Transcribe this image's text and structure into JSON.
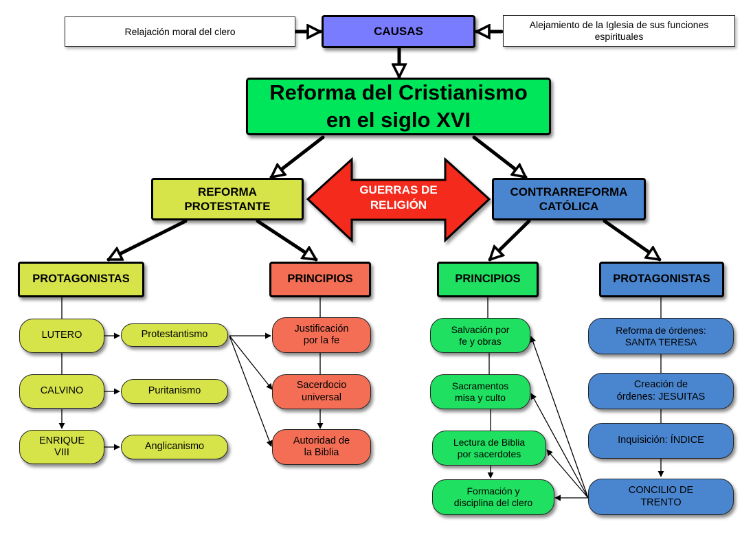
{
  "causes": {
    "title": "CAUSAS",
    "left": "Relajación moral del clero",
    "right": "Alejamiento de la Iglesia de sus funciones espirituales"
  },
  "main_title": "Reforma del Cristianismo\nen el siglo XVI",
  "wars": "GUERRAS DE\nRELIGIÓN",
  "protestant": {
    "title": "REFORMA\nPROTESTANTE",
    "protagonists_title": "PROTAGONISTAS",
    "principles_title": "PRINCIPIOS",
    "protagonists": [
      "LUTERO",
      "CALVINO",
      "ENRIQUE\nVIII"
    ],
    "doctrines": [
      "Protestantismo",
      "Puritanismo",
      "Anglicanismo"
    ],
    "principles": [
      "Justificación\npor la fe",
      "Sacerdocio\nuniversal",
      "Autoridad de\nla Biblia"
    ]
  },
  "catholic": {
    "title": "CONTRARREFORMA\nCATÓLICA",
    "principles_title": "PRINCIPIOS",
    "protagonists_title": "PROTAGONISTAS",
    "principles": [
      "Salvación por\nfe y obras",
      "Sacramentos\nmisa y culto",
      "Lectura de Biblia\npor sacerdotes",
      "Formación y\ndisciplina del clero"
    ],
    "protagonists": [
      "Reforma de órdenes:\nSANTA TERESA",
      "Creación de\nórdenes: JESUITAS",
      "Inquisición: ÍNDICE",
      "CONCILIO DE\nTRENTO"
    ]
  },
  "colors": {
    "causes": "#7a7cff",
    "main": "#00e65a",
    "protestant": "#d6e44a",
    "protestant_principles": "#f46e55",
    "catholic_principles": "#1fe060",
    "catholic": "#4a86d0",
    "wars_arrow": "#f42a1c"
  }
}
